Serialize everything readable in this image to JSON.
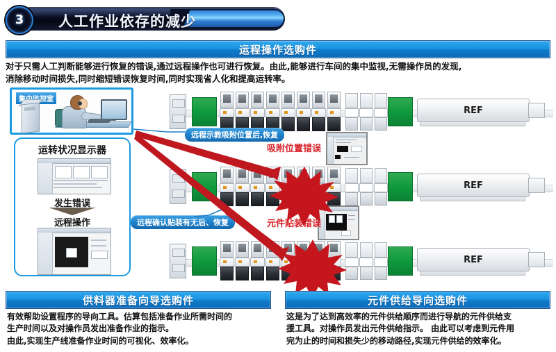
{
  "section": {
    "number": "3",
    "title": "人工作业依存的减少"
  },
  "remote_section": {
    "banner": "运程操作选购件",
    "paragraph": "对于只需人工判断能够进行恢复的错误,通过远程操作也可进行恢复。由此,能够进行车间的集中监视,无需操作员的发现,\n消除移动时间损失,同时缩短错误恢复时间,同时实现省人化和提高运转率。"
  },
  "monitor_room": {
    "label": "集中监视室"
  },
  "flow": {
    "title": "运转状况显示器",
    "error_label": "发生错误",
    "remote_label": "远程操作"
  },
  "callouts": [
    {
      "text": "远程示教吸附位置后,恢复"
    },
    {
      "text": "远程确认贴装有无后、恢复"
    }
  ],
  "errors": [
    {
      "label": "吸附位置错误"
    },
    {
      "label": "元件贴装错误"
    }
  ],
  "lines": [
    {
      "ref_label": "REF"
    },
    {
      "ref_label": "REF"
    },
    {
      "ref_label": "REF"
    }
  ],
  "feeder_section": {
    "banner": "供料器准备向导选购件",
    "paragraph": "有效帮助设置程序的导向工具。估算包括准备作业所需时间的\n生产时间以及对操作员发出准备作业的指示。\n由此,实现生产线准备作业时间的可视化、效率化。"
  },
  "supply_section": {
    "banner": "元件供给导向选购件",
    "paragraph": "这是为了达到高效率的元件供给顺序而进行导航的元件供给支\n援工具。对操作员发出元件供给指示。 由此可以考虑到元件用\n完为止的时间和损失少的移动路径,实现元件供给的效率化。"
  },
  "colors": {
    "banner_blue": "#1a93e2",
    "accent_blue": "#1b9ae0",
    "error_red": "#d8232a",
    "green_block": "#0f9a3e",
    "arrow_red": "#c0181f"
  }
}
